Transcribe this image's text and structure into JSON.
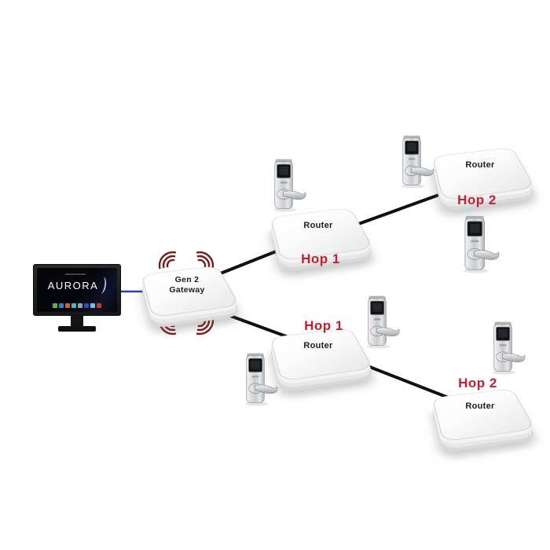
{
  "monitor": {
    "brand": "AURORA",
    "taskbar_icon_colors": [
      "#58b847",
      "#2f7fd4",
      "#d85c2a",
      "#3fbfb0",
      "#9aa0a8",
      "#2b4fb0",
      "#6fc3e8",
      "#c23a2e"
    ]
  },
  "gateway": {
    "line1": "Gen 2",
    "line2": "Gateway"
  },
  "routers": [
    {
      "label": "Router",
      "hop": "Hop 1"
    },
    {
      "label": "Router",
      "hop": "Hop 2"
    },
    {
      "label": "Router",
      "hop": "Hop 1"
    },
    {
      "label": "Router",
      "hop": "Hop 2"
    }
  ],
  "locks": {
    "count": 6
  },
  "colors": {
    "hop_label": "#c1202e",
    "wifi_signal": "#7a1818",
    "cable": "#101010",
    "pc_link": "#2b3f9e"
  }
}
